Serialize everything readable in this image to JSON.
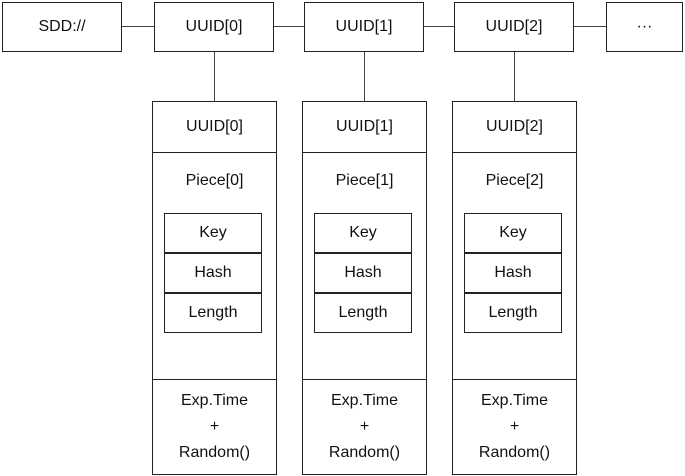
{
  "top_row": {
    "root": "SDD://",
    "uuids": [
      "UUID[0]",
      "UUID[1]",
      "UUID[2]"
    ],
    "ellipsis": "···"
  },
  "columns": [
    {
      "uuid": "UUID[0]",
      "piece": "Piece[0]",
      "fields": {
        "key": "Key",
        "hash": "Hash",
        "length": "Length"
      },
      "footer": {
        "line1": "Exp.Time",
        "line2": "+",
        "line3": "Random()"
      }
    },
    {
      "uuid": "UUID[1]",
      "piece": "Piece[1]",
      "fields": {
        "key": "Key",
        "hash": "Hash",
        "length": "Length"
      },
      "footer": {
        "line1": "Exp.Time",
        "line2": "+",
        "line3": "Random()"
      }
    },
    {
      "uuid": "UUID[2]",
      "piece": "Piece[2]",
      "fields": {
        "key": "Key",
        "hash": "Hash",
        "length": "Length"
      },
      "footer": {
        "line1": "Exp.Time",
        "line2": "+",
        "line3": "Random()"
      }
    }
  ]
}
